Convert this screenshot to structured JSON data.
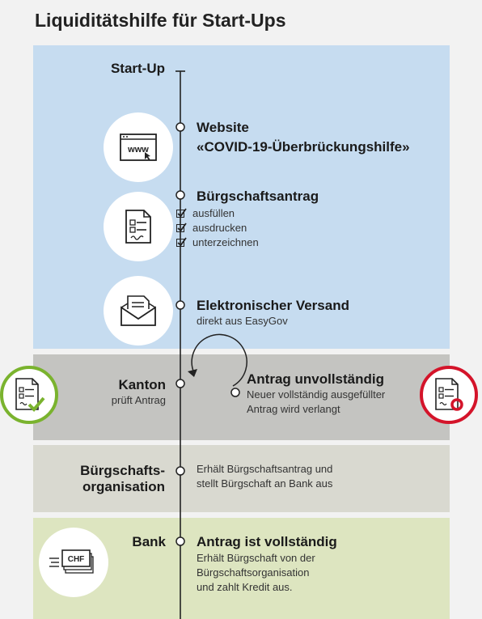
{
  "title": "Liquiditätshilfe für Start-Ups",
  "startup": {
    "label": "Start-Up",
    "website": {
      "title_line1": "Website",
      "title_line2": "«COVID-19-Überbrückungshilfe»",
      "icon": "browser-www-icon"
    },
    "antrag": {
      "title": "Bürgschaftsantrag",
      "steps": [
        "ausfüllen",
        "ausdrucken",
        "unterzeichnen"
      ],
      "icon": "document-form-icon"
    },
    "versand": {
      "title": "Elektronischer Versand",
      "subtitle": "direkt aus EasyGov",
      "icon": "envelope-document-icon"
    }
  },
  "kanton": {
    "label": "Kanton",
    "sublabel": "prüft Antrag",
    "incomplete_title": "Antrag unvollständig",
    "incomplete_line1": "Neuer vollständig ausgefüllter",
    "incomplete_line2": "Antrag wird verlangt",
    "icon_ok": "document-approved-icon",
    "icon_fail": "document-rejected-icon"
  },
  "buergschaft": {
    "label_line1": "Bürgschafts-",
    "label_line2": "organisation",
    "text_line1": "Erhält Bürgschaftsantrag und",
    "text_line2": "stellt Bürgschaft an Bank aus"
  },
  "bank": {
    "label": "Bank",
    "title": "Antrag ist vollständig",
    "text_line1": "Erhält Bürgschaft von der",
    "text_line2": "Bürgschaftsorganisation",
    "text_line3": "und zahlt Kredit aus.",
    "icon_text": "CHF",
    "icon": "banknotes-icon"
  },
  "colors": {
    "startup_band": "#c6dcf0",
    "kanton_band": "#c4c4c1",
    "buergschaft_band": "#d9d9d0",
    "bank_band": "#dde5c0",
    "approved": "#7ab32e",
    "rejected": "#d4142a"
  }
}
